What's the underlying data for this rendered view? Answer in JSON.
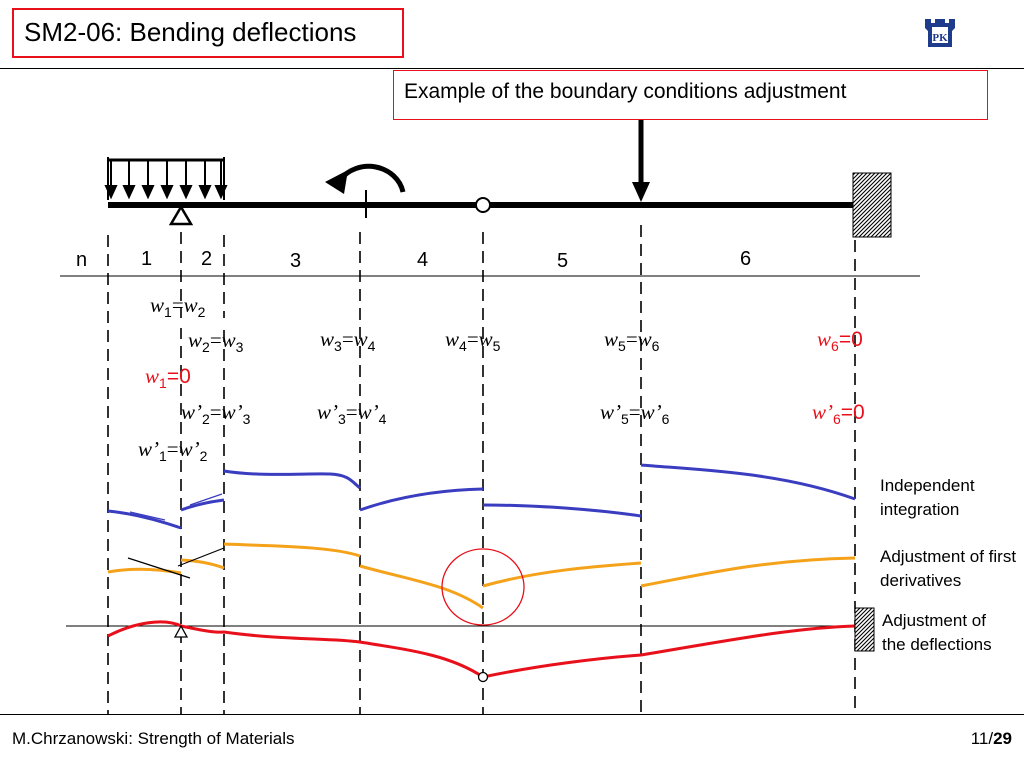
{
  "header": {
    "title": "SM2-06: Bending deflections"
  },
  "example_box": {
    "text": "Example of the boundary conditions adjustment"
  },
  "segments": {
    "n_label": "n",
    "numbers": [
      "1",
      "2",
      "3",
      "4",
      "5",
      "6"
    ]
  },
  "conditions": {
    "row1": [
      {
        "var": "w",
        "lsub": "1",
        "eq": "=",
        "rvar": "w",
        "rsub": "2",
        "color": "#000000"
      }
    ],
    "row2": [
      {
        "var": "w",
        "lsub": "2",
        "eq": "=",
        "rvar": "w",
        "rsub": "3",
        "color": "#000000"
      },
      {
        "var": "w",
        "lsub": "3",
        "eq": "=",
        "rvar": "w",
        "rsub": "4",
        "color": "#000000"
      },
      {
        "var": "w",
        "lsub": "4",
        "eq": "=",
        "rvar": "w",
        "rsub": "5",
        "color": "#000000"
      },
      {
        "var": "w",
        "lsub": "5",
        "eq": "=",
        "rvar": "w",
        "rsub": "6",
        "color": "#000000"
      },
      {
        "var": "w",
        "lsub": "6",
        "eq": "=0",
        "rvar": "",
        "rsub": "",
        "color": "#e8101a"
      }
    ],
    "row3": [
      {
        "var": "w",
        "lsub": "1",
        "eq": "=0",
        "rvar": "",
        "rsub": "",
        "color": "#e8101a"
      }
    ],
    "row4": [
      {
        "var": "w’",
        "lsub": "2",
        "eq": "=",
        "rvar": "w’",
        "rsub": "3",
        "color": "#000000"
      },
      {
        "var": "w’",
        "lsub": "3",
        "eq": "=",
        "rvar": "w’",
        "rsub": "4",
        "color": "#000000"
      },
      {
        "var": "w’",
        "lsub": "5",
        "eq": "=",
        "rvar": "w’",
        "rsub": "6",
        "color": "#000000"
      },
      {
        "var": "w’",
        "lsub": "6",
        "eq": "=0",
        "rvar": "",
        "rsub": "",
        "color": "#e8101a"
      }
    ],
    "row5": [
      {
        "var": "w’",
        "lsub": "1",
        "eq": "=",
        "rvar": "w’",
        "rsub": "2",
        "color": "#000000"
      }
    ]
  },
  "legend": {
    "blue": "Independent integration",
    "orange": "Adjustment of first derivatives",
    "red": "Adjustment of the deflections"
  },
  "colors": {
    "blue": "#3a3dbf",
    "orange": "#f5a21b",
    "red": "#e8101a",
    "frame_red": "#e8101a"
  },
  "footer": {
    "left": "M.Chrzanowski: Strength of Materials",
    "page": "11/",
    "total": "29"
  }
}
